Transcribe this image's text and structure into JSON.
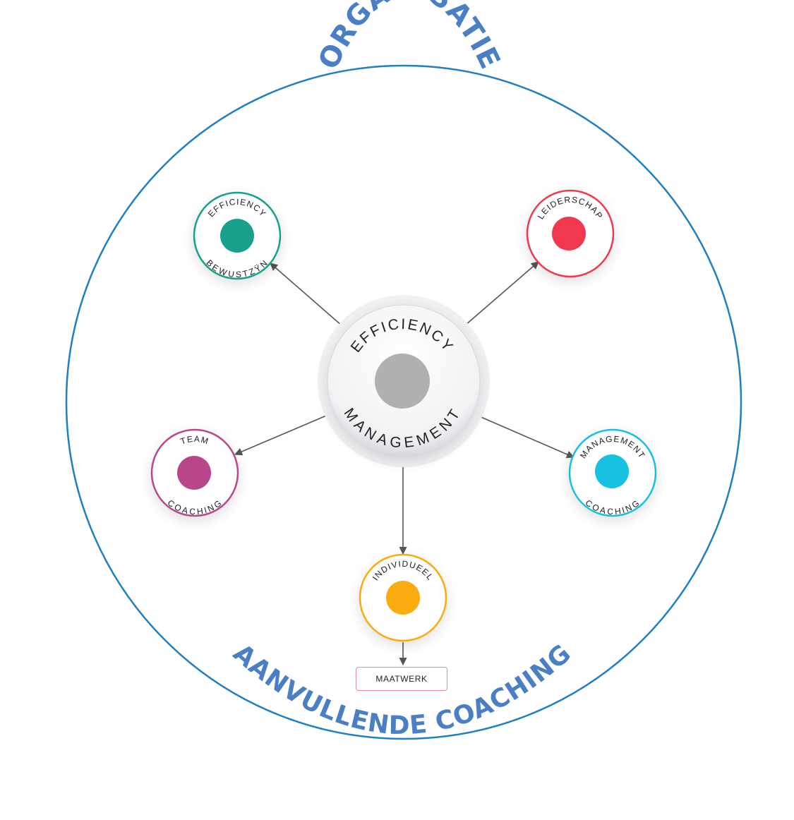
{
  "diagram": {
    "title_top": "ORGANISATIE",
    "title_bottom": "AANVULLENDE COACHING",
    "colors": {
      "outer_ring": "#1f7fc1",
      "title": "#4a7fc4",
      "arrow": "#555555",
      "center_dot": "#b0b0b0"
    },
    "center": {
      "label_top": "EFFICIENCY",
      "label_bottom": "MANAGEMENT"
    },
    "nodes": [
      {
        "id": "efficiency-bewustzijn",
        "label_top": "EFFICIENCY",
        "label_bottom": "BEWUSTZŸN",
        "color": "#17a08c"
      },
      {
        "id": "leiderschap",
        "label_top": "LEIDERSCHAP",
        "label_bottom": "",
        "color": "#f2384f"
      },
      {
        "id": "team-coaching",
        "label_top": "TEAM",
        "label_bottom": "COACHING",
        "color": "#b9468a"
      },
      {
        "id": "management-coaching",
        "label_top": "MANAGEMENT",
        "label_bottom": "COACHING",
        "color": "#19c1e0"
      },
      {
        "id": "individueel",
        "label_top": "INDIVIDUEEL",
        "label_bottom": "",
        "color": "#f9ab10"
      }
    ],
    "output_box": {
      "label": "MAATWERK",
      "border_color": "#e2899d"
    }
  }
}
